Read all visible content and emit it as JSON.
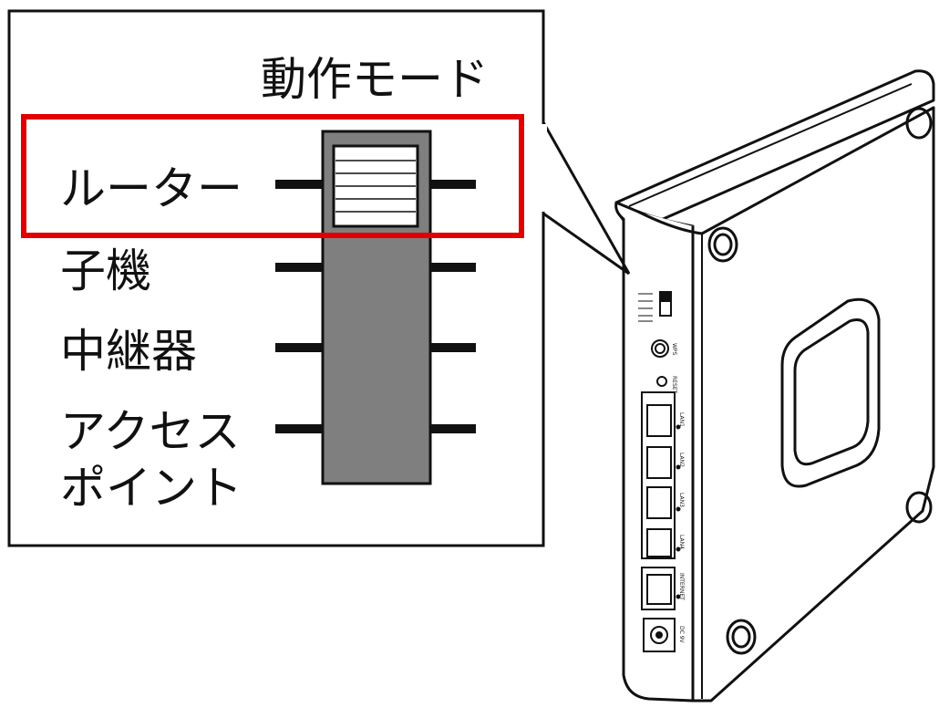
{
  "callout": {
    "title": "動作モード",
    "modes": [
      {
        "label": "ルーター",
        "selected": true
      },
      {
        "label": "子機",
        "selected": false
      },
      {
        "label": "中継器",
        "selected": false
      },
      {
        "label": "アクセス\nポイント",
        "selected": false
      }
    ],
    "highlight_color": "#e00000"
  },
  "device": {
    "port_labels": [
      "LAN1",
      "LAN2",
      "LAN3",
      "LAN4",
      "INTERNET"
    ],
    "button_labels": {
      "wps": "WPS",
      "reset": "RESET",
      "power": "DC 9V"
    }
  }
}
